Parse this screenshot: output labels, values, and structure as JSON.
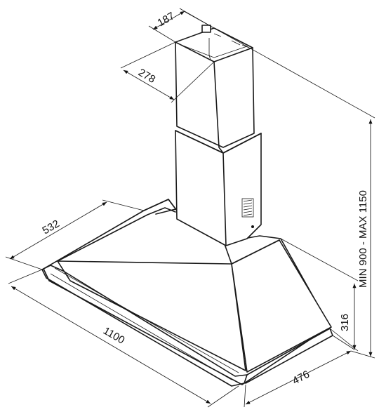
{
  "dimensions": {
    "d187": "187",
    "d278": "278",
    "d532": "532",
    "d1100": "1100",
    "d476": "476",
    "d316": "316",
    "height_range": "MIN 900 - MAX 1150"
  }
}
